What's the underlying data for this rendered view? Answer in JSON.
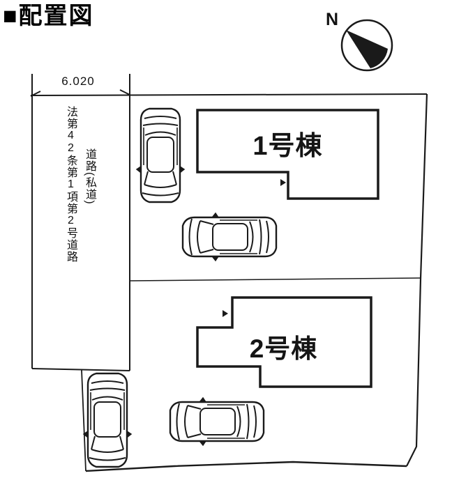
{
  "page": {
    "title": "■配置図"
  },
  "compass": {
    "label": "N"
  },
  "dimension": {
    "value": "6.020"
  },
  "road": {
    "law_label": "法第42条第1項第2号道路",
    "type_label": "道路(私道)"
  },
  "buildings": [
    {
      "label": "1号棟"
    },
    {
      "label": "2号棟"
    }
  ],
  "colors": {
    "ink": "#1a1a1a",
    "background": "#ffffff"
  }
}
